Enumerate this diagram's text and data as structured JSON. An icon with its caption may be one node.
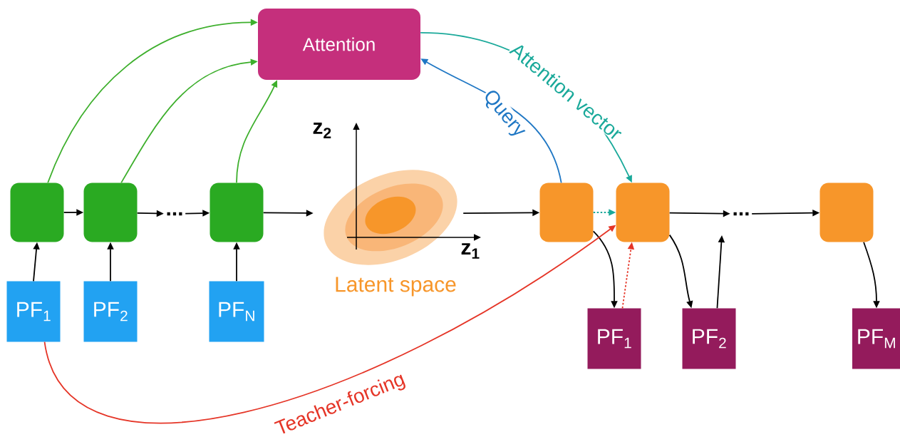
{
  "diagram": {
    "nodes": [
      {
        "text": [
          "Attention"
        ]
      },
      {
        "text": [],
        "shape": "box"
      },
      {
        "text": [],
        "shape": "box"
      },
      {
        "text": [],
        "shape": "box"
      },
      {
        "text": [],
        "shape": "picture",
        "beside": [
          "Latent space"
        ]
      },
      {
        "text": [],
        "shape": "box"
      },
      {
        "text": [],
        "shape": "box"
      },
      {
        "text": [],
        "shape": "box"
      },
      {
        "text": [
          "PF$_{1}$"
        ]
      },
      {
        "text": [
          "PF$_{2}$"
        ]
      },
      {
        "text": [
          "PF$_{N}$"
        ]
      },
      {
        "text": [
          "PF$_{1}$"
        ]
      },
      {
        "text": [
          "PF$_{2}$"
        ]
      },
      {
        "text": [
          "PF$_{M}$"
        ]
      },
      {
        "text": [
          "..."
        ]
      },
      {
        "text": [
          "..."
        ]
      }
    ],
    "edges": [
      {
        "from": 1,
        "to": 0,
        "arrow": "to",
        "color": "#3daf2c"
      },
      {
        "from": 2,
        "to": 0,
        "arrow": "to",
        "color": "#3daf2c"
      },
      {
        "from": 3,
        "to": 0,
        "arrow": "to",
        "color": "#3daf2c"
      },
      {
        "from": 1,
        "to": 2,
        "arrow": "to"
      },
      {
        "from": 2,
        "to": 14,
        "arrow": "to"
      },
      {
        "from": 14,
        "to": 3,
        "arrow": "to"
      },
      {
        "from": 3,
        "to": 4,
        "arrow": "to"
      },
      {
        "from": 4,
        "to": 5,
        "arrow": "to"
      },
      {
        "from": 8,
        "to": 1,
        "arrow": "to"
      },
      {
        "from": 9,
        "to": 2,
        "arrow": "to"
      },
      {
        "from": 10,
        "to": 3,
        "arrow": "to"
      },
      {
        "from": 5,
        "to": 0,
        "arrow": "to",
        "label": "Query",
        "color": "#1f77c4"
      },
      {
        "from": 0,
        "to": 6,
        "arrow": "to",
        "label": "Attention vector",
        "color": "#1aa99a"
      },
      {
        "from": 5,
        "to": 6,
        "arrow": "to",
        "style": "dashed",
        "color": "#1aa99a"
      },
      {
        "from": 5,
        "to": 11,
        "arrow": "to"
      },
      {
        "from": 11,
        "to": 6,
        "arrow": "to",
        "style": "dashed",
        "color": "#e53527"
      },
      {
        "from": 8,
        "to": 6,
        "arrow": "to",
        "label": "Teacher-forcing",
        "color": "#e53527"
      },
      {
        "from": 6,
        "to": 12,
        "arrow": "to"
      },
      {
        "from": 12,
        "to": null,
        "arrow": "to"
      },
      {
        "from": 6,
        "to": 15,
        "arrow": "to"
      },
      {
        "from": 15,
        "to": 7,
        "arrow": "to"
      },
      {
        "from": 7,
        "to": 13,
        "arrow": "to"
      }
    ],
    "labels": [
      "z$_{2}$",
      "z$_{1}$"
    ]
  }
}
